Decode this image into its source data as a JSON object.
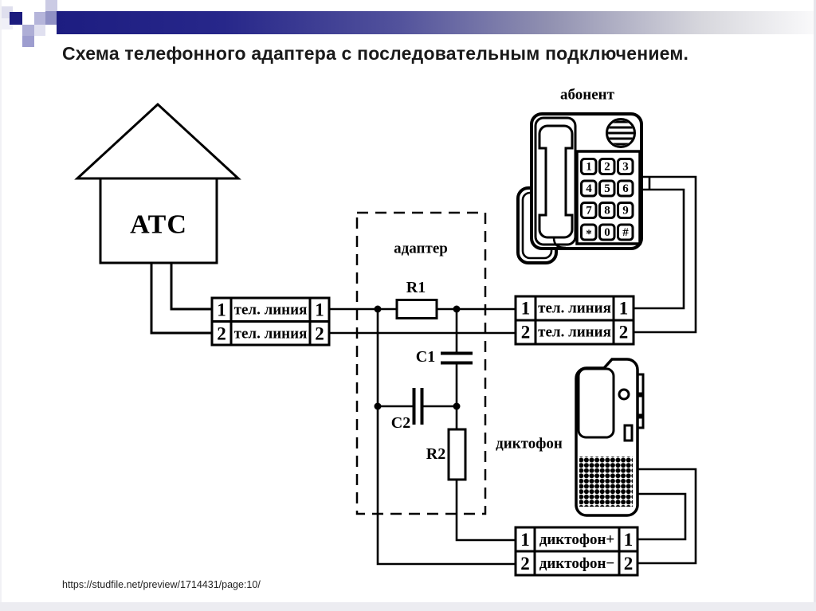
{
  "slide": {
    "title": "Схема телефонного адаптера с последовательным подключением.",
    "source_url": "https://studfile.net/preview/1714431/page:10/"
  },
  "colors": {
    "accent_dark": "#1b1b7e",
    "accent_mid": "#9091c4",
    "accent_light": "#e0e0f0",
    "line": "#000000",
    "background": "#ffffff"
  },
  "diagram": {
    "atc_label": "АТС",
    "adapter_label": "адаптер",
    "subscriber_label": "абонент",
    "dictaphone_label": "диктофон",
    "components": {
      "r1": "R1",
      "c1": "C1",
      "c2": "C2",
      "r2": "R2"
    },
    "blocks": {
      "left": {
        "rows": [
          {
            "l": "1",
            "label": "тел. линия",
            "r": "1"
          },
          {
            "l": "2",
            "label": "тел. линия",
            "r": "2"
          }
        ]
      },
      "right": {
        "rows": [
          {
            "l": "1",
            "label": "тел. линия",
            "r": "1"
          },
          {
            "l": "2",
            "label": "тел. линия",
            "r": "2"
          }
        ]
      },
      "dictaphone": {
        "rows": [
          {
            "l": "1",
            "label": "диктофон+",
            "r": "1"
          },
          {
            "l": "2",
            "label": "диктофон−",
            "r": "2"
          }
        ]
      }
    },
    "phone_keys": [
      "1",
      "2",
      "3",
      "4",
      "5",
      "6",
      "7",
      "8",
      "9",
      "*",
      "0",
      "#"
    ]
  }
}
